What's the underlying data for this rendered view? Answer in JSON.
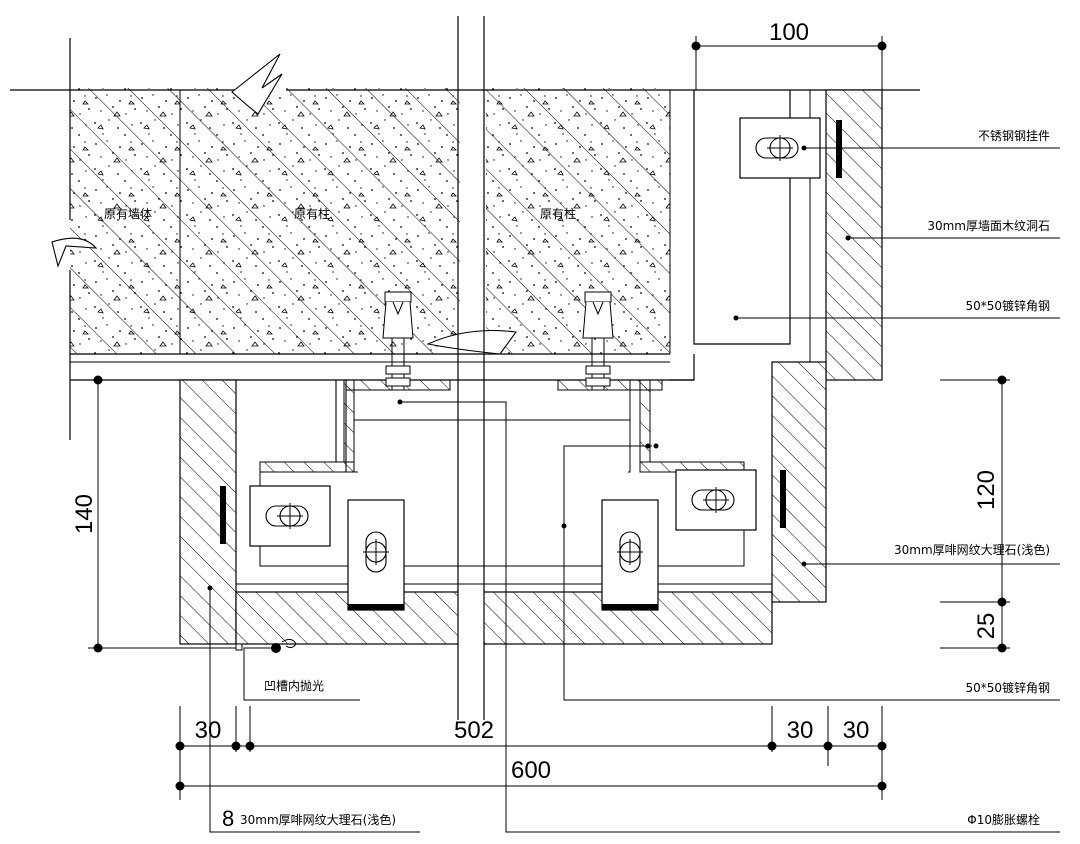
{
  "labels": {
    "existing_wall": "原有墙体",
    "existing_column_1": "原有柱",
    "existing_column_2": "原有柱",
    "stainless_bracket": "不锈钢钢挂件",
    "wall_travertine": "30mm厚墙面木纹洞石",
    "angle_steel_top": "50*50镀锌角钢",
    "marble_right": "30mm厚啡网纹大理石(浅色)",
    "groove_polish": "凹槽内抛光",
    "angle_steel_bottom": "50*50镀锌角钢",
    "marble_bottom": "30mm厚啡网纹大理石(浅色)",
    "marble_bottom_prefix": "8",
    "expansion_bolt": "Φ10膨胀螺栓"
  },
  "dimensions": {
    "top_100": "100",
    "left_140": "140",
    "right_120": "120",
    "right_25": "25",
    "bottom_30_left": "30",
    "bottom_502": "502",
    "bottom_30_right_a": "30",
    "bottom_30_right_b": "30",
    "bottom_600": "600"
  }
}
